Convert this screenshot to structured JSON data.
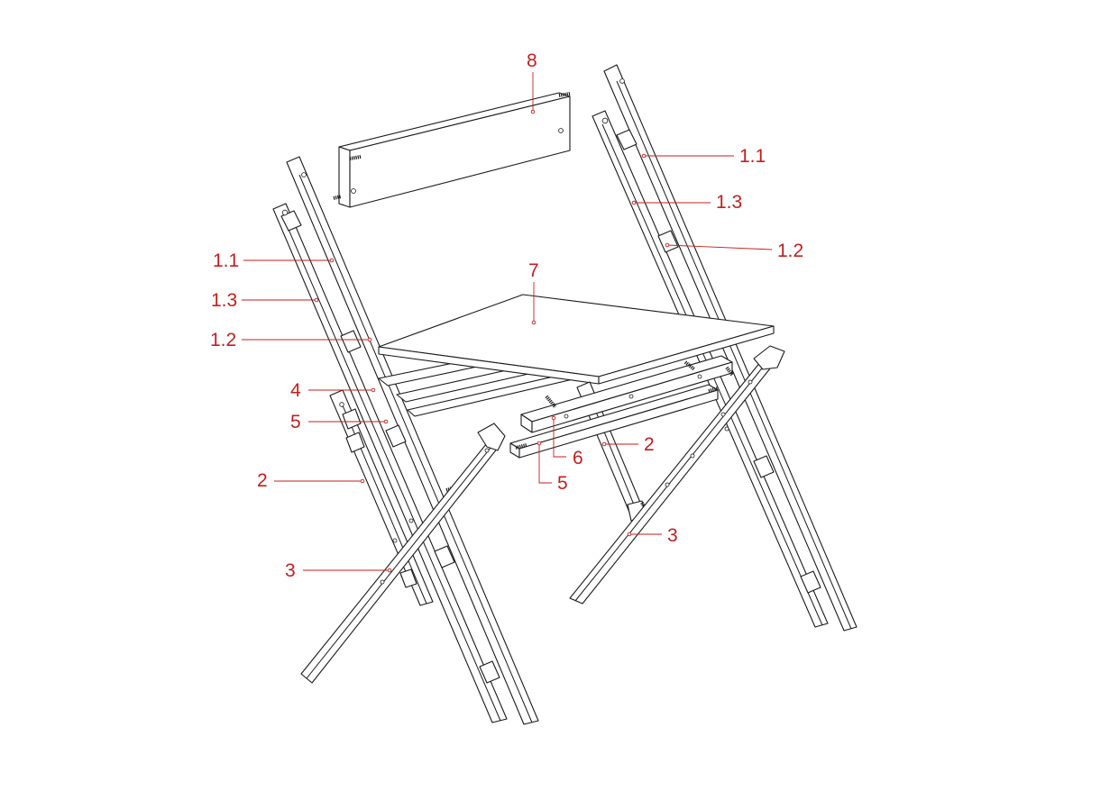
{
  "colors": {
    "label": "#c41e1e",
    "line": "#1a1a1a",
    "background": "#ffffff"
  },
  "callouts": [
    {
      "id": "backrest",
      "text": "8"
    },
    {
      "id": "right-leg-outer",
      "text": "1.1"
    },
    {
      "id": "right-leg-inner",
      "text": "1.3"
    },
    {
      "id": "right-leg-block",
      "text": "1.2"
    },
    {
      "id": "left-leg-outer",
      "text": "1.1"
    },
    {
      "id": "left-leg-inner",
      "text": "1.3"
    },
    {
      "id": "left-leg-block",
      "text": "1.2"
    },
    {
      "id": "seat",
      "text": "7"
    },
    {
      "id": "crossbar",
      "text": "4"
    },
    {
      "id": "left-rail-5",
      "text": "5"
    },
    {
      "id": "front-rail-6",
      "text": "6"
    },
    {
      "id": "front-rail-5",
      "text": "5"
    },
    {
      "id": "front-leg-right-2",
      "text": "2"
    },
    {
      "id": "front-leg-left-2",
      "text": "2"
    },
    {
      "id": "left-brace-3",
      "text": "3"
    },
    {
      "id": "right-brace-3",
      "text": "3"
    }
  ]
}
